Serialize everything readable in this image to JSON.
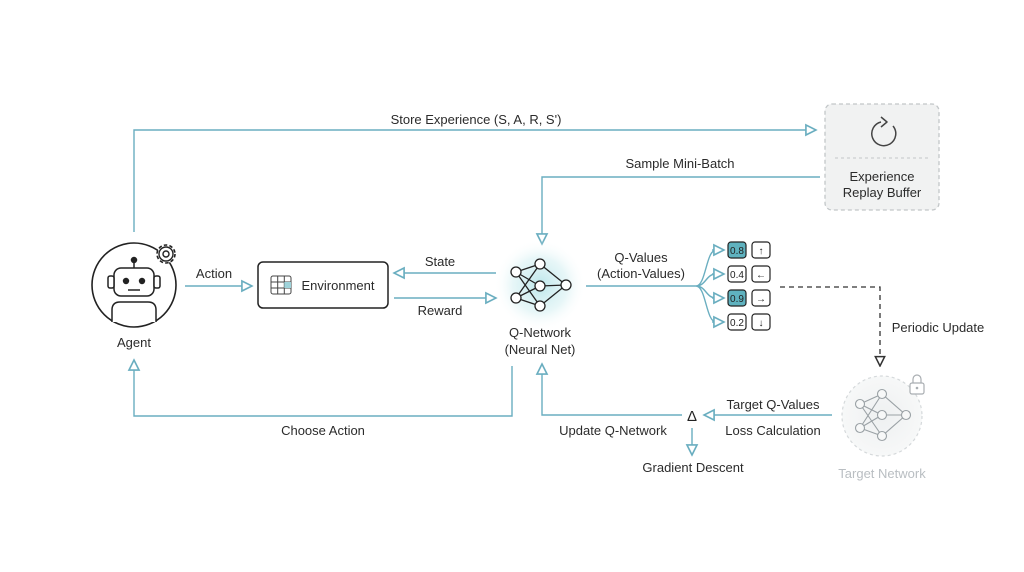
{
  "nodes": {
    "agent": {
      "label": "Agent"
    },
    "environment": {
      "label": "Environment"
    },
    "q_network": {
      "label_line1": "Q-Network",
      "label_line2": "(Neural Net)"
    },
    "replay_buffer": {
      "label_line1": "Experience",
      "label_line2": "Replay Buffer"
    },
    "target_network": {
      "label": "Target Network"
    },
    "loss": {
      "symbol": "Δ"
    }
  },
  "edges": {
    "store_experience": "Store Experience (S, A, R, S')",
    "sample_mini_batch": "Sample Mini-Batch",
    "action": "Action",
    "state": "State",
    "reward": "Reward",
    "choose_action": "Choose Action",
    "q_values_line1": "Q-Values",
    "q_values_line2": "(Action-Values)",
    "periodic_update": "Periodic Update",
    "target_q_values": "Target Q-Values",
    "loss_calculation": "Loss Calculation",
    "update_q_network": "Update Q-Network",
    "gradient_descent": "Gradient Descent"
  },
  "q_values": [
    {
      "value": "0.8",
      "arrow": "↑",
      "highlight": true
    },
    {
      "value": "0.4",
      "arrow": "←",
      "highlight": false
    },
    {
      "value": "0.9",
      "arrow": "→",
      "highlight": true
    },
    {
      "value": "0.2",
      "arrow": "↓",
      "highlight": false
    }
  ],
  "colors": {
    "flow": "#6aaec0",
    "highlight": "#5fb2bf",
    "muted": "#b9bec2"
  }
}
